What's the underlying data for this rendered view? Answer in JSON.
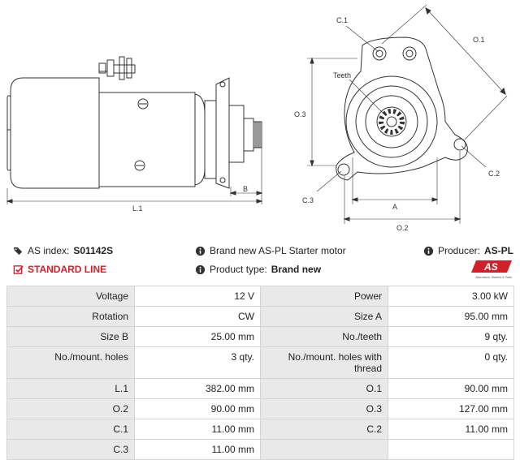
{
  "drawing": {
    "labels": {
      "l1": "L.1",
      "b": "B",
      "c1": "C.1",
      "o1": "O.1",
      "teeth": "Teeth",
      "o3": "O.3",
      "c2": "C.2",
      "c3": "C.3",
      "a": "A",
      "o2": "O.2"
    }
  },
  "info": {
    "as_index_label": "AS index:",
    "as_index_value": "S01142S",
    "brand_text": "Brand new AS-PL Starter motor",
    "producer_label": "Producer:",
    "producer_value": "AS-PL",
    "standard_line": "STANDARD LINE",
    "product_type_label": "Product type:",
    "product_type_value": "Brand new",
    "logo_text": "AS",
    "logo_tagline": "Alternators, Starters & Parts",
    "accent": "#d0202a"
  },
  "specs": [
    {
      "k1": "Voltage",
      "v1": "12 V",
      "k2": "Power",
      "v2": "3.00 kW"
    },
    {
      "k1": "Rotation",
      "v1": "CW",
      "k2": "Size A",
      "v2": "95.00 mm"
    },
    {
      "k1": "Size B",
      "v1": "25.00 mm",
      "k2": "No./teeth",
      "v2": "9 qty."
    },
    {
      "k1": "No./mount. holes",
      "v1": "3 qty.",
      "k2": "No./mount. holes with thread",
      "v2": "0 qty."
    },
    {
      "k1": "L.1",
      "v1": "382.00 mm",
      "k2": "O.1",
      "v2": "90.00 mm"
    },
    {
      "k1": "O.2",
      "v1": "90.00 mm",
      "k2": "O.3",
      "v2": "127.00 mm"
    },
    {
      "k1": "C.1",
      "v1": "11.00 mm",
      "k2": "C.2",
      "v2": "11.00 mm"
    },
    {
      "k1": "C.3",
      "v1": "11.00 mm",
      "k2": "",
      "v2": ""
    }
  ]
}
